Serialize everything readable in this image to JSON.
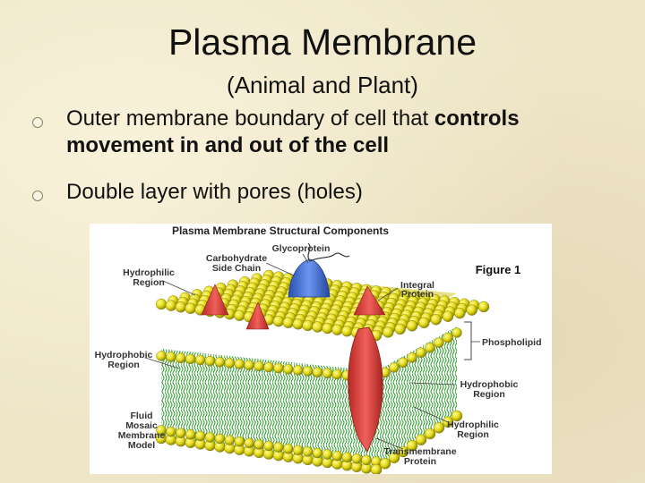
{
  "slide": {
    "title": "Plasma Membrane",
    "subtitle": "(Animal and Plant)"
  },
  "bullets": [
    {
      "text_plain": "Outer membrane boundary of cell that ",
      "text_bold": "controls movement in and out of the cell"
    },
    {
      "text_plain": "Double layer with pores (holes)",
      "text_bold": ""
    }
  ],
  "figure": {
    "heading": "Plasma Membrane Structural Components",
    "figure_number": "Figure 1",
    "labels": {
      "carbohydrate_line1": "Carbohydrate",
      "carbohydrate_line2": "Side Chain",
      "glycoprotein": "Glycoprotein",
      "hydrophilic_top_line1": "Hydrophilic",
      "hydrophilic_top_line2": "Region",
      "integral_line1": "Integral",
      "integral_line2": "Protein",
      "phospholipid": "Phospholipid",
      "hydrophobic_left_line1": "Hydrophobic",
      "hydrophobic_left_line2": "Region",
      "hydrophobic_right_line1": "Hydrophobic",
      "hydrophobic_right_line2": "Region",
      "fluid_line1": "Fluid",
      "fluid_line2": "Mosaic",
      "fluid_line3": "Membrane",
      "fluid_line4": "Model",
      "hydrophilic_bottom_line1": "Hydrophilic",
      "hydrophilic_bottom_line2": "Region",
      "transmembrane_line1": "Transmembrane",
      "transmembrane_line2": "Protein"
    }
  },
  "colors": {
    "background": "#efe6c8",
    "head_yellow": "#e6dc1a",
    "tail_green": "#3cae3c",
    "protein_red": "#e0403a",
    "glycoprotein_blue": "#3c6fd6"
  }
}
